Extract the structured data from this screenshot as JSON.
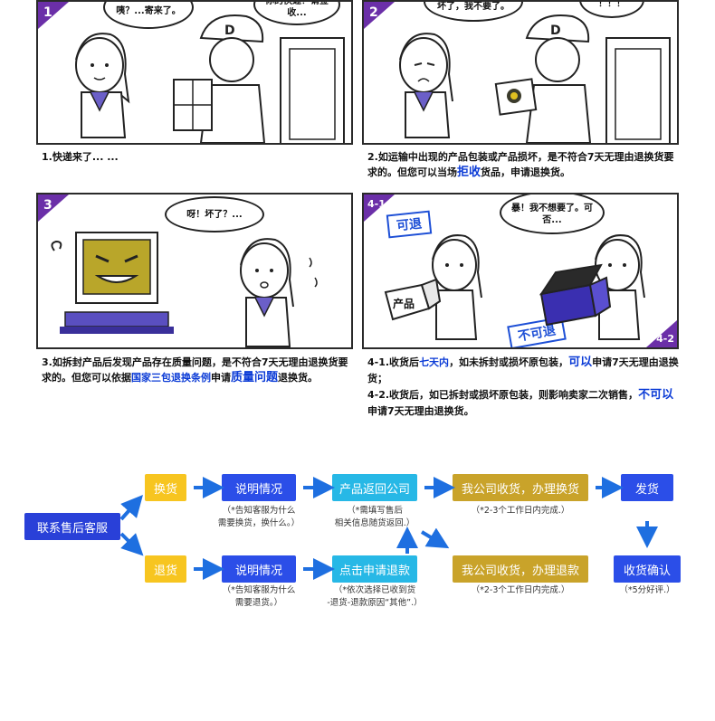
{
  "comic": {
    "panel1": {
      "badge": "1",
      "speech_girl": "咦？...寄来了。",
      "speech_courier": "你的快递？请签收...",
      "caption": "1.快递来了... ..."
    },
    "panel2": {
      "badge": "2",
      "speech_girl": "坏了，我不要了。",
      "speech_courier": "！！！",
      "caption_before": "2.如运输中出现的产品包装或产品损坏，是不符合7天无理由退换货要求的。但您可以当场",
      "caption_highlight": "拒收",
      "caption_after": "货品，申请退换货。"
    },
    "panel3": {
      "badge": "3",
      "speech_girl": "呀！坏了？...",
      "caption_before": "3.如拆封产品后发现产品存在质量问题，是不符合7天无理由退换货要求的。但您可以依据",
      "caption_highlight1": "国家三包退换条例",
      "caption_middle": "申请",
      "caption_highlight2": "质量问题",
      "caption_after": "退换货。"
    },
    "panel4": {
      "badge_top": "4-1",
      "badge_bottom": "4-2",
      "stamp_ok": "可退",
      "stamp_no": "不可退",
      "box_label": "产品",
      "speech_girl": "暴！我不想要了。可否...",
      "caption_a_1": "4-1.收货后",
      "caption_a_hl1": "七天内",
      "caption_a_2": "，如未拆封或损坏原包装，",
      "caption_a_hl2": "可以",
      "caption_a_3": "申请7天无理由退换货；",
      "caption_b_1": "4-2.收货后，如已拆封或损坏原包装，则影响卖家二次销售，",
      "caption_b_hl": "不可以",
      "caption_b_2": "申请7天无理由退换货。"
    }
  },
  "flow": {
    "start": "联系售后客服",
    "exchange": "换货",
    "refund": "退货",
    "explain_top": "说明情况",
    "explain_bottom": "说明情况",
    "note_explain_top_1": "（*告知客服为什么",
    "note_explain_top_2": "需要换货，换什么。）",
    "note_explain_bottom_1": "（*告知客服为什么",
    "note_explain_bottom_2": "需要退货。）",
    "return_product": "产品返回公司",
    "note_return_1": "（*需填写售后",
    "note_return_2": "相关信息随货返回.）",
    "click_refund": "点击申请退款",
    "note_click_1": "（*依次选择已收到货",
    "note_click_2": "-退货-退款原因“其他”.）",
    "company_exchange": "我公司收货，办理换货",
    "note_company_exchange": "（*2-3个工作日内完成.）",
    "company_refund": "我公司收货，办理退款",
    "note_company_refund": "（*2-3个工作日内完成.）",
    "ship": "发货",
    "confirm": "收货确认",
    "note_confirm": "（*5分好评.）"
  }
}
